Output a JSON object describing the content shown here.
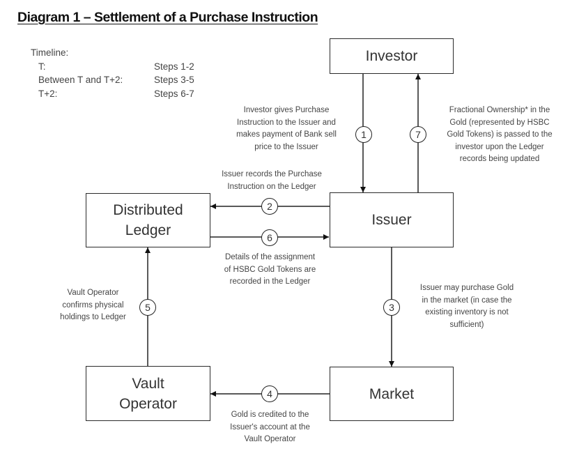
{
  "title": "Diagram 1 – Settlement of a Purchase Instruction",
  "timeline": {
    "heading": "Timeline:",
    "rows": [
      {
        "label": "T:",
        "value": "Steps 1-2"
      },
      {
        "label": "Between T and T+2:",
        "value": "Steps 3-5"
      },
      {
        "label": "T+2:",
        "value": "Steps 6-7"
      }
    ]
  },
  "nodes": {
    "investor": "Investor",
    "issuer": "Issuer",
    "ledger_line1": "Distributed",
    "ledger_line2": "Ledger",
    "vault_line1": "Vault",
    "vault_line2": "Operator",
    "market": "Market"
  },
  "steps": [
    {
      "number": "1",
      "from": "Investor",
      "to": "Issuer",
      "note": "Investor gives Purchase Instruction to the Issuer and makes payment of Bank sell price to the Issuer"
    },
    {
      "number": "2",
      "from": "Issuer",
      "to": "Distributed Ledger",
      "note": "Issuer records the Purchase Instruction on the Ledger"
    },
    {
      "number": "3",
      "from": "Issuer",
      "to": "Market",
      "note": "Issuer may purchase Gold in the market (in case the existing inventory is not sufficient)"
    },
    {
      "number": "4",
      "from": "Market",
      "to": "Vault Operator",
      "note": "Gold is credited to the Issuer's account at the Vault Operator"
    },
    {
      "number": "5",
      "from": "Vault Operator",
      "to": "Distributed Ledger",
      "note": "Vault Operator confirms physical holdings to Ledger"
    },
    {
      "number": "6",
      "from": "Distributed Ledger",
      "to": "Issuer",
      "note": "Details of the assignment of HSBC Gold Tokens are recorded in the Ledger"
    },
    {
      "number": "7",
      "from": "Issuer",
      "to": "Investor",
      "note": "Fractional Ownership* in the Gold (represented by HSBC Gold Tokens) is passed to the investor upon the Ledger records being updated"
    }
  ],
  "notes_lines": {
    "n1": [
      "Investor gives Purchase",
      "Instruction to the Issuer and",
      "makes payment of Bank sell",
      "price to the Issuer"
    ],
    "n2": [
      "Issuer records the Purchase",
      "Instruction on the Ledger"
    ],
    "n3": [
      "Issuer may purchase Gold",
      "in the market (in case the",
      "existing inventory is not",
      "sufficient)"
    ],
    "n4": [
      "Gold is credited to the",
      "Issuer's account at the",
      "Vault Operator"
    ],
    "n5": [
      "Vault Operator",
      "confirms physical",
      "holdings to Ledger"
    ],
    "n6": [
      "Details of the assignment",
      "of HSBC Gold Tokens are",
      "recorded in the Ledger"
    ],
    "n7": [
      "Fractional Ownership* in the",
      "Gold (represented by HSBC",
      "Gold Tokens) is passed to the",
      "investor upon the Ledger",
      "records being updated"
    ]
  }
}
